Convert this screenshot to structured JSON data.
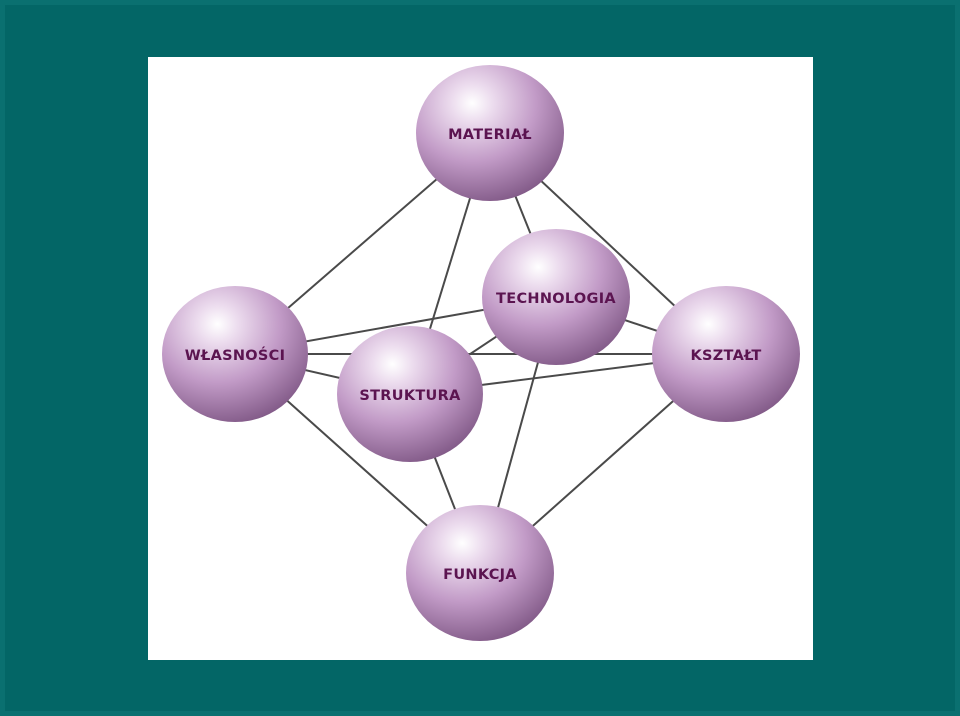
{
  "colors": {
    "background": "#036666",
    "panel": "#ffffff",
    "sphere_light": "#ffffff",
    "sphere_mid": "#c9a3cd",
    "sphere_dark": "#7d5583",
    "label": "#5b1450",
    "edge": "#4a4a4a"
  },
  "nodes": [
    {
      "id": "material",
      "label": "MATERIAŁ"
    },
    {
      "id": "technologia",
      "label": "TECHNOLOGIA"
    },
    {
      "id": "wlasnosci",
      "label": "WŁASNOŚCI"
    },
    {
      "id": "struktura",
      "label": "STRUKTURA"
    },
    {
      "id": "ksztalt",
      "label": "KSZTAŁT"
    },
    {
      "id": "funkcja",
      "label": "FUNKCJA"
    }
  ],
  "edges": [
    [
      "material",
      "wlasnosci"
    ],
    [
      "material",
      "ksztalt"
    ],
    [
      "material",
      "struktura"
    ],
    [
      "material",
      "technologia"
    ],
    [
      "funkcja",
      "wlasnosci"
    ],
    [
      "funkcja",
      "ksztalt"
    ],
    [
      "funkcja",
      "struktura"
    ],
    [
      "funkcja",
      "technologia"
    ],
    [
      "wlasnosci",
      "struktura"
    ],
    [
      "wlasnosci",
      "technologia"
    ],
    [
      "wlasnosci",
      "ksztalt"
    ],
    [
      "struktura",
      "ksztalt"
    ],
    [
      "struktura",
      "technologia"
    ],
    [
      "technologia",
      "ksztalt"
    ]
  ]
}
